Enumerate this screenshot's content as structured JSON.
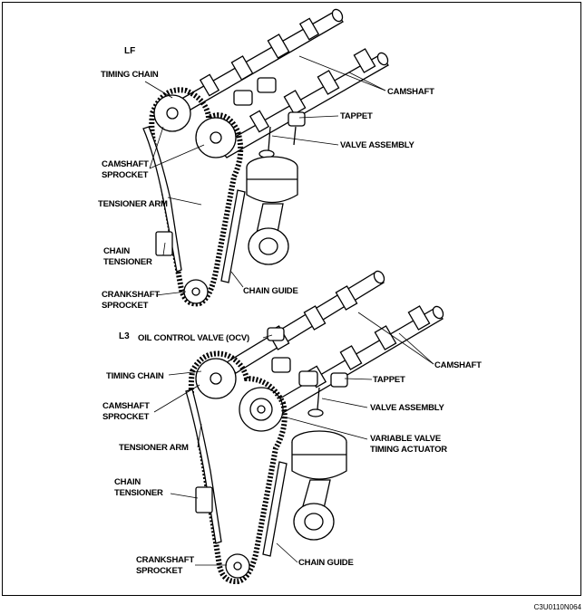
{
  "sections": {
    "lf": "LF",
    "l3": "L3"
  },
  "lf_labels": {
    "timing_chain": "TIMING CHAIN",
    "camshaft": "CAMSHAFT",
    "tappet": "TAPPET",
    "valve_assembly": "VALVE ASSEMBLY",
    "camshaft_sprocket_1": "CAMSHAFT",
    "camshaft_sprocket_2": "SPROCKET",
    "tensioner_arm": "TENSIONER ARM",
    "chain_tensioner_1": "CHAIN",
    "chain_tensioner_2": "TENSIONER",
    "crankshaft_sprocket_1": "CRANKSHAFT",
    "crankshaft_sprocket_2": "SPROCKET",
    "chain_guide": "CHAIN GUIDE"
  },
  "l3_labels": {
    "oil_control_valve": "OIL CONTROL VALVE (OCV)",
    "timing_chain": "TIMING CHAIN",
    "camshaft": "CAMSHAFT",
    "tappet": "TAPPET",
    "camshaft_sprocket_1": "CAMSHAFT",
    "camshaft_sprocket_2": "SPROCKET",
    "valve_assembly": "VALVE ASSEMBLY",
    "vvt_actuator_1": "VARIABLE VALVE",
    "vvt_actuator_2": "TIMING ACTUATOR",
    "tensioner_arm": "TENSIONER ARM",
    "chain_tensioner_1": "CHAIN",
    "chain_tensioner_2": "TENSIONER",
    "crankshaft_sprocket_1": "CRANKSHAFT",
    "crankshaft_sprocket_2": "SPROCKET",
    "chain_guide": "CHAIN GUIDE"
  },
  "figure_code": "C3U0110N064"
}
